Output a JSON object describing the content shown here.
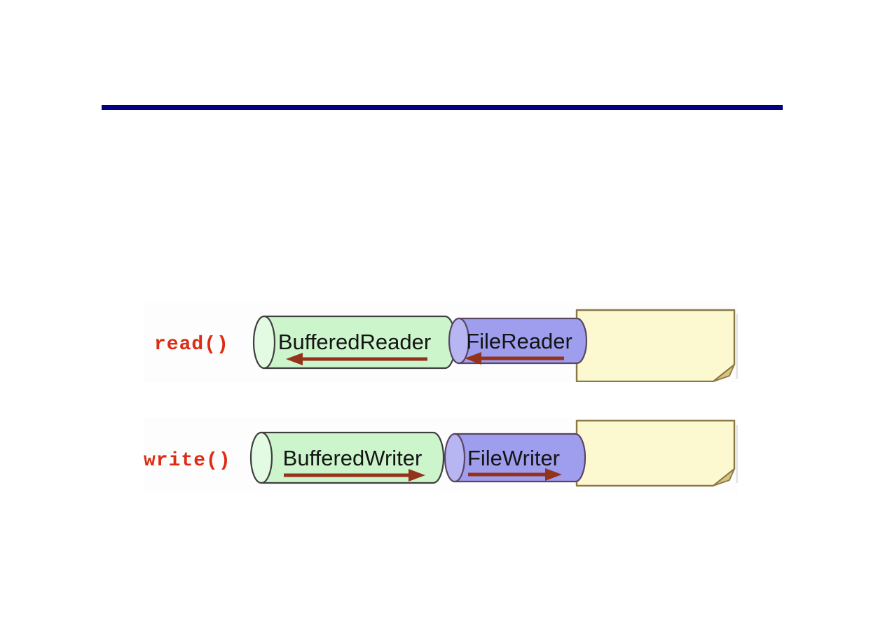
{
  "header_rule": {
    "present": "horizontal divider line"
  },
  "diagram": {
    "rows": [
      {
        "method_label": "read()",
        "buffered_label": "BufferedReader",
        "file_label": "FileReader",
        "flow_direction": "left"
      },
      {
        "method_label": "write()",
        "buffered_label": "BufferedWriter",
        "file_label": "FileWriter",
        "flow_direction": "right"
      }
    ],
    "colors": {
      "rule": "#000080",
      "method_label": "#dc2c14",
      "buffered_cylinder": "#ccf5cc",
      "buffered_cylinder_rim": "#e3fae3",
      "file_cylinder": "#9f9eee",
      "file_cylinder_rim": "#b7b6f3",
      "file_cylinder_outline": "#5a4663",
      "outline": "#3f3f3f",
      "cylinder_text": "#141414",
      "arrow": "#94331c",
      "document_fill": "#fcf8d0",
      "document_border": "#8a7845",
      "document_fold": "#d9c47e"
    }
  }
}
